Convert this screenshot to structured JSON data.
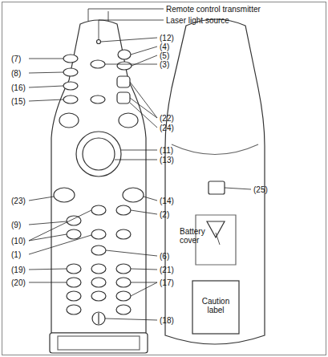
{
  "diagram": {
    "labels": [
      "Remote control transmitter",
      "Laser light source",
      "(12)",
      "(4)",
      "(5)",
      "(3)",
      "(7)",
      "(8)",
      "(16)",
      "(15)",
      "(22)",
      "(24)",
      "(11)",
      "(13)",
      "(23)",
      "(14)",
      "(9)",
      "(2)",
      "(10)",
      "(1)",
      "(6)",
      "(19)",
      "(20)",
      "(21)",
      "(17)",
      "Battery cover",
      "Caution label",
      "(18)",
      "(25)"
    ]
  }
}
